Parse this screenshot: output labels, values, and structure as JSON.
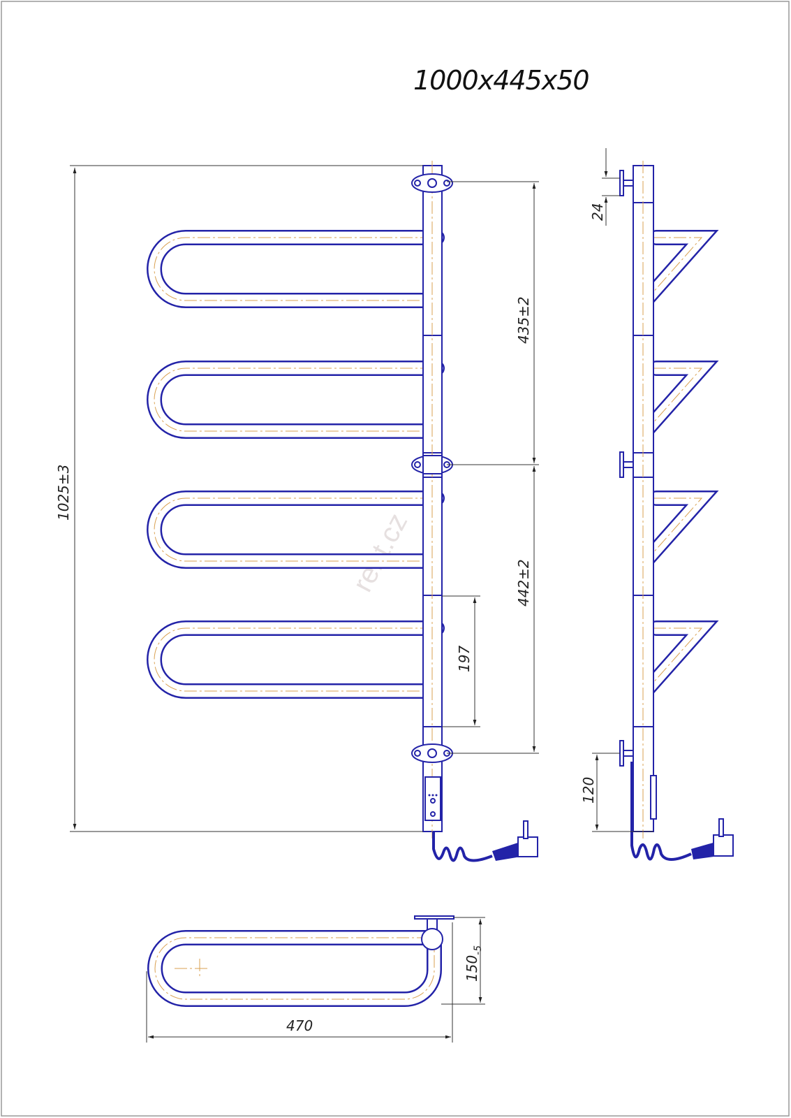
{
  "title": "1000x445x50",
  "watermark": "rent.cz",
  "dimensions": {
    "total_height": "1025±3",
    "upper_spacing": "435±2",
    "lower_spacing": "442±2",
    "loop_gap": "197",
    "bracket_offset": "24",
    "bottom_offset": "120",
    "depth": "150",
    "depth_tolerance": "-5",
    "width": "470"
  },
  "colors": {
    "line": "#2323a8",
    "centerline": "#d9a050"
  }
}
